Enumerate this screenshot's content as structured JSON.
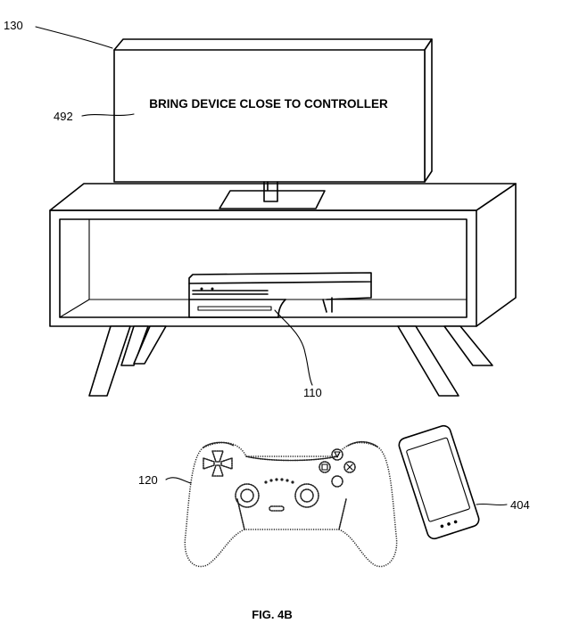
{
  "screen": {
    "message": "BRING DEVICE CLOSE TO CONTROLLER"
  },
  "labels": {
    "display": "130",
    "screen_message": "492",
    "console": "110",
    "controller": "120",
    "phone": "404"
  },
  "caption": "FIG. 4B"
}
